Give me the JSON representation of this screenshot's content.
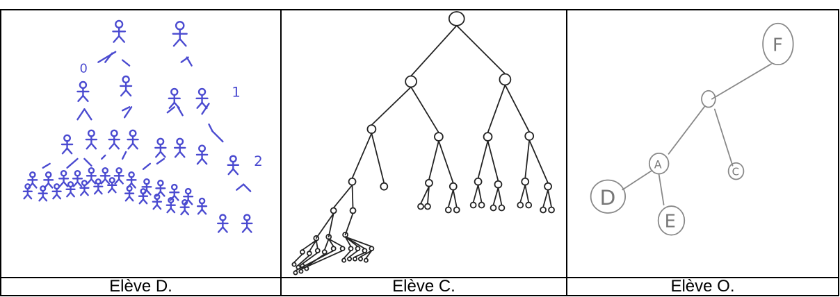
{
  "captions": [
    "Elève D.",
    "Elève C.",
    "Elève O."
  ],
  "drawing_text": {
    "panel_d_numbers": [
      "0",
      "1",
      "2"
    ],
    "panel_o_nodes": [
      "F",
      "A",
      "C",
      "D",
      "E"
    ]
  },
  "colors": {
    "ink_blue": "#4a4ad0",
    "ink_black": "#222222",
    "ink_pencil": "#888888",
    "border": "#000000"
  }
}
